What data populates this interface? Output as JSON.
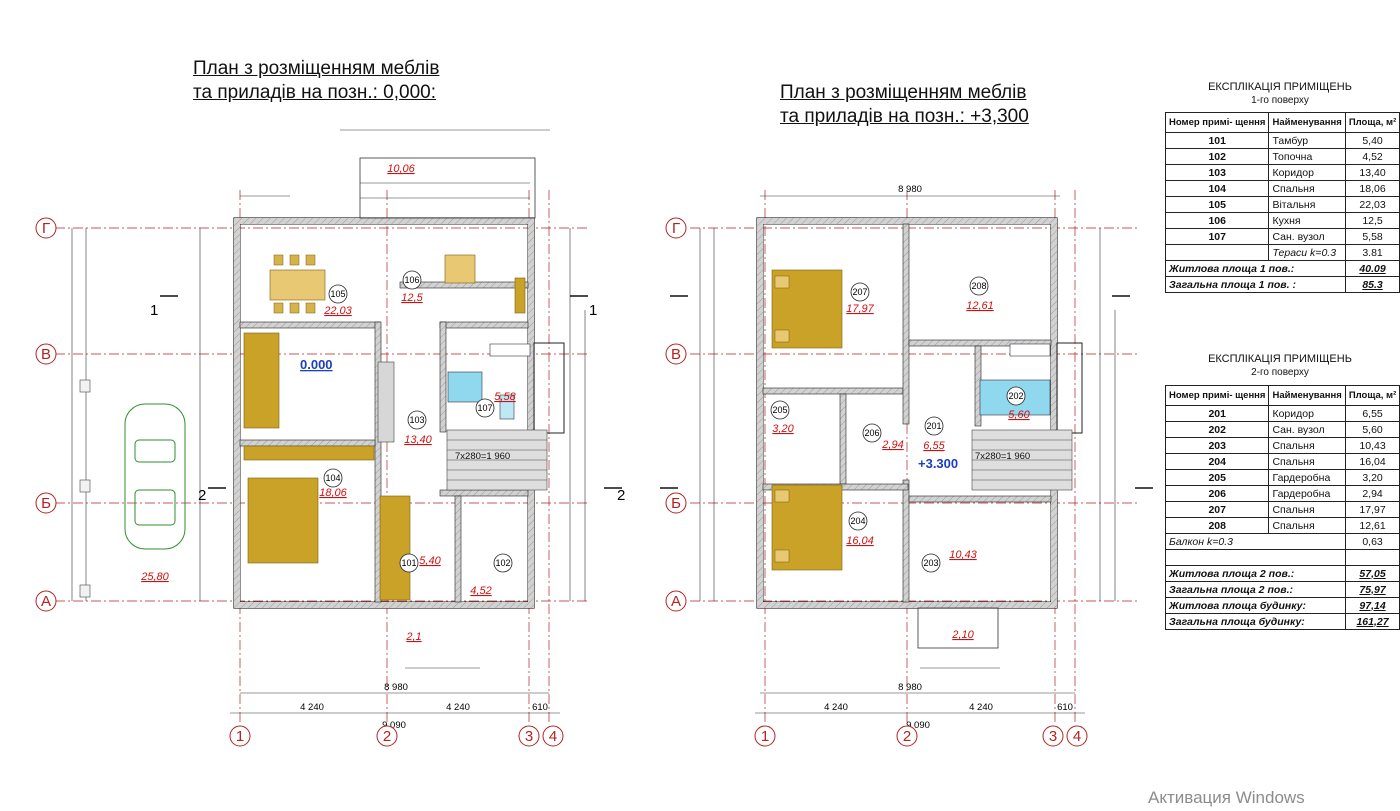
{
  "plan1": {
    "title_line1": "План з розміщенням меблів",
    "title_line2": "та  приладів на позн.: 0,000:",
    "level_mark": "0.000",
    "rooms": [
      {
        "num": "105",
        "area": "22,03"
      },
      {
        "num": "106",
        "area": "12,5"
      },
      {
        "num": "103",
        "area": "13,40"
      },
      {
        "num": "107",
        "area": "5,58"
      },
      {
        "num": "104",
        "area": "18,06"
      },
      {
        "num": "101",
        "area": "5,40"
      },
      {
        "num": "102",
        "area": "4,52"
      }
    ],
    "terrace_area_top": "10,06",
    "terrace_area_bottom": "2,1",
    "carport_area": "25,80",
    "stairs_label": "7x280=1 960",
    "section_marks": [
      "1",
      "1",
      "2",
      "2"
    ],
    "total_width": "9 090",
    "inner_width": "8 980",
    "segments_bottom": [
      "4 240",
      "4 240",
      "610"
    ]
  },
  "plan2": {
    "title_line1": "План з розміщенням меблів",
    "title_line2": "та приладів на позн.: +3,300",
    "level_mark": "+3.300",
    "rooms": [
      {
        "num": "207",
        "area": "17,97"
      },
      {
        "num": "208",
        "area": "12,61"
      },
      {
        "num": "205",
        "area": "3,20"
      },
      {
        "num": "206",
        "area": "2,94"
      },
      {
        "num": "201",
        "area": "6,55"
      },
      {
        "num": "202",
        "area": "5,60"
      },
      {
        "num": "204",
        "area": "16,04"
      },
      {
        "num": "203",
        "area": "10,43"
      }
    ],
    "balcony_area": "2,10",
    "stairs_label": "7x280=1 960",
    "total_width": "9 090",
    "inner_width": "8 980",
    "segments_bottom": [
      "4 240",
      "4 240",
      "610"
    ]
  },
  "axes": {
    "letters": [
      "Г",
      "В",
      "Б",
      "А"
    ],
    "numbers": [
      "1",
      "2",
      "3",
      "4"
    ]
  },
  "table1": {
    "title": "ЕКСПЛІКАЦІЯ ПРИМІЩЕНЬ",
    "subtitle": "1-го поверху",
    "headers": [
      "Номер примі- щення",
      "Найменування",
      "Площа, м²"
    ],
    "rows": [
      {
        "num": "101",
        "name": "Тамбур",
        "area": "5,40"
      },
      {
        "num": "102",
        "name": "Топочна",
        "area": "4,52"
      },
      {
        "num": "103",
        "name": "Коридор",
        "area": "13,40"
      },
      {
        "num": "104",
        "name": "Спальня",
        "area": "18,06"
      },
      {
        "num": "105",
        "name": "Вітальня",
        "area": "22,03"
      },
      {
        "num": "106",
        "name": "Кухня",
        "area": "12,5"
      },
      {
        "num": "107",
        "name": "Сан. вузол",
        "area": "5,58"
      },
      {
        "num": "",
        "name": "Тераси k=0.3",
        "area": "3.81"
      }
    ],
    "totals": [
      {
        "label": "Житлова площа 1 пов.:",
        "area": "40.09"
      },
      {
        "label": "Загальна площа 1 пов. :",
        "area": "85.3"
      }
    ]
  },
  "table2": {
    "title": "ЕКСПЛІКАЦІЯ ПРИМІЩЕНЬ",
    "subtitle": "2-го поверху",
    "headers": [
      "Номер примі- щення",
      "Найменування",
      "Площа, м²"
    ],
    "rows": [
      {
        "num": "201",
        "name": "Коридор",
        "area": "6,55"
      },
      {
        "num": "202",
        "name": "Сан. вузол",
        "area": "5,60"
      },
      {
        "num": "203",
        "name": "Спальня",
        "area": "10,43"
      },
      {
        "num": "204",
        "name": "Спальня",
        "area": "16,04"
      },
      {
        "num": "205",
        "name": "Гардеробна",
        "area": "3,20"
      },
      {
        "num": "206",
        "name": "Гардеробна",
        "area": "2,94"
      },
      {
        "num": "207",
        "name": "Спальня",
        "area": "17,97"
      },
      {
        "num": "208",
        "name": "Спальня",
        "area": "12,61"
      }
    ],
    "balcony": {
      "label": "Балкон k=0.3",
      "area": "0,63"
    },
    "totals": [
      {
        "label": "Житлова площа 2 пов.:",
        "area": "57,05"
      },
      {
        "label": "Загальна площа 2 пов.:",
        "area": "75,97"
      },
      {
        "label": "Житлова площа будинку:",
        "area": "97,14"
      },
      {
        "label": "Загальна площа будинку:",
        "area": "161,27"
      }
    ]
  },
  "watermark": "Активация Windows",
  "colors": {
    "axis_red": "#b22222",
    "wall_gray": "#c8c8c8",
    "furniture_ochre": "#c9a227",
    "area_red": "#d01010",
    "level_blue": "#1a3fbf",
    "plumbing_cyan": "#8fd8ee",
    "dimension_line": "#333333"
  }
}
